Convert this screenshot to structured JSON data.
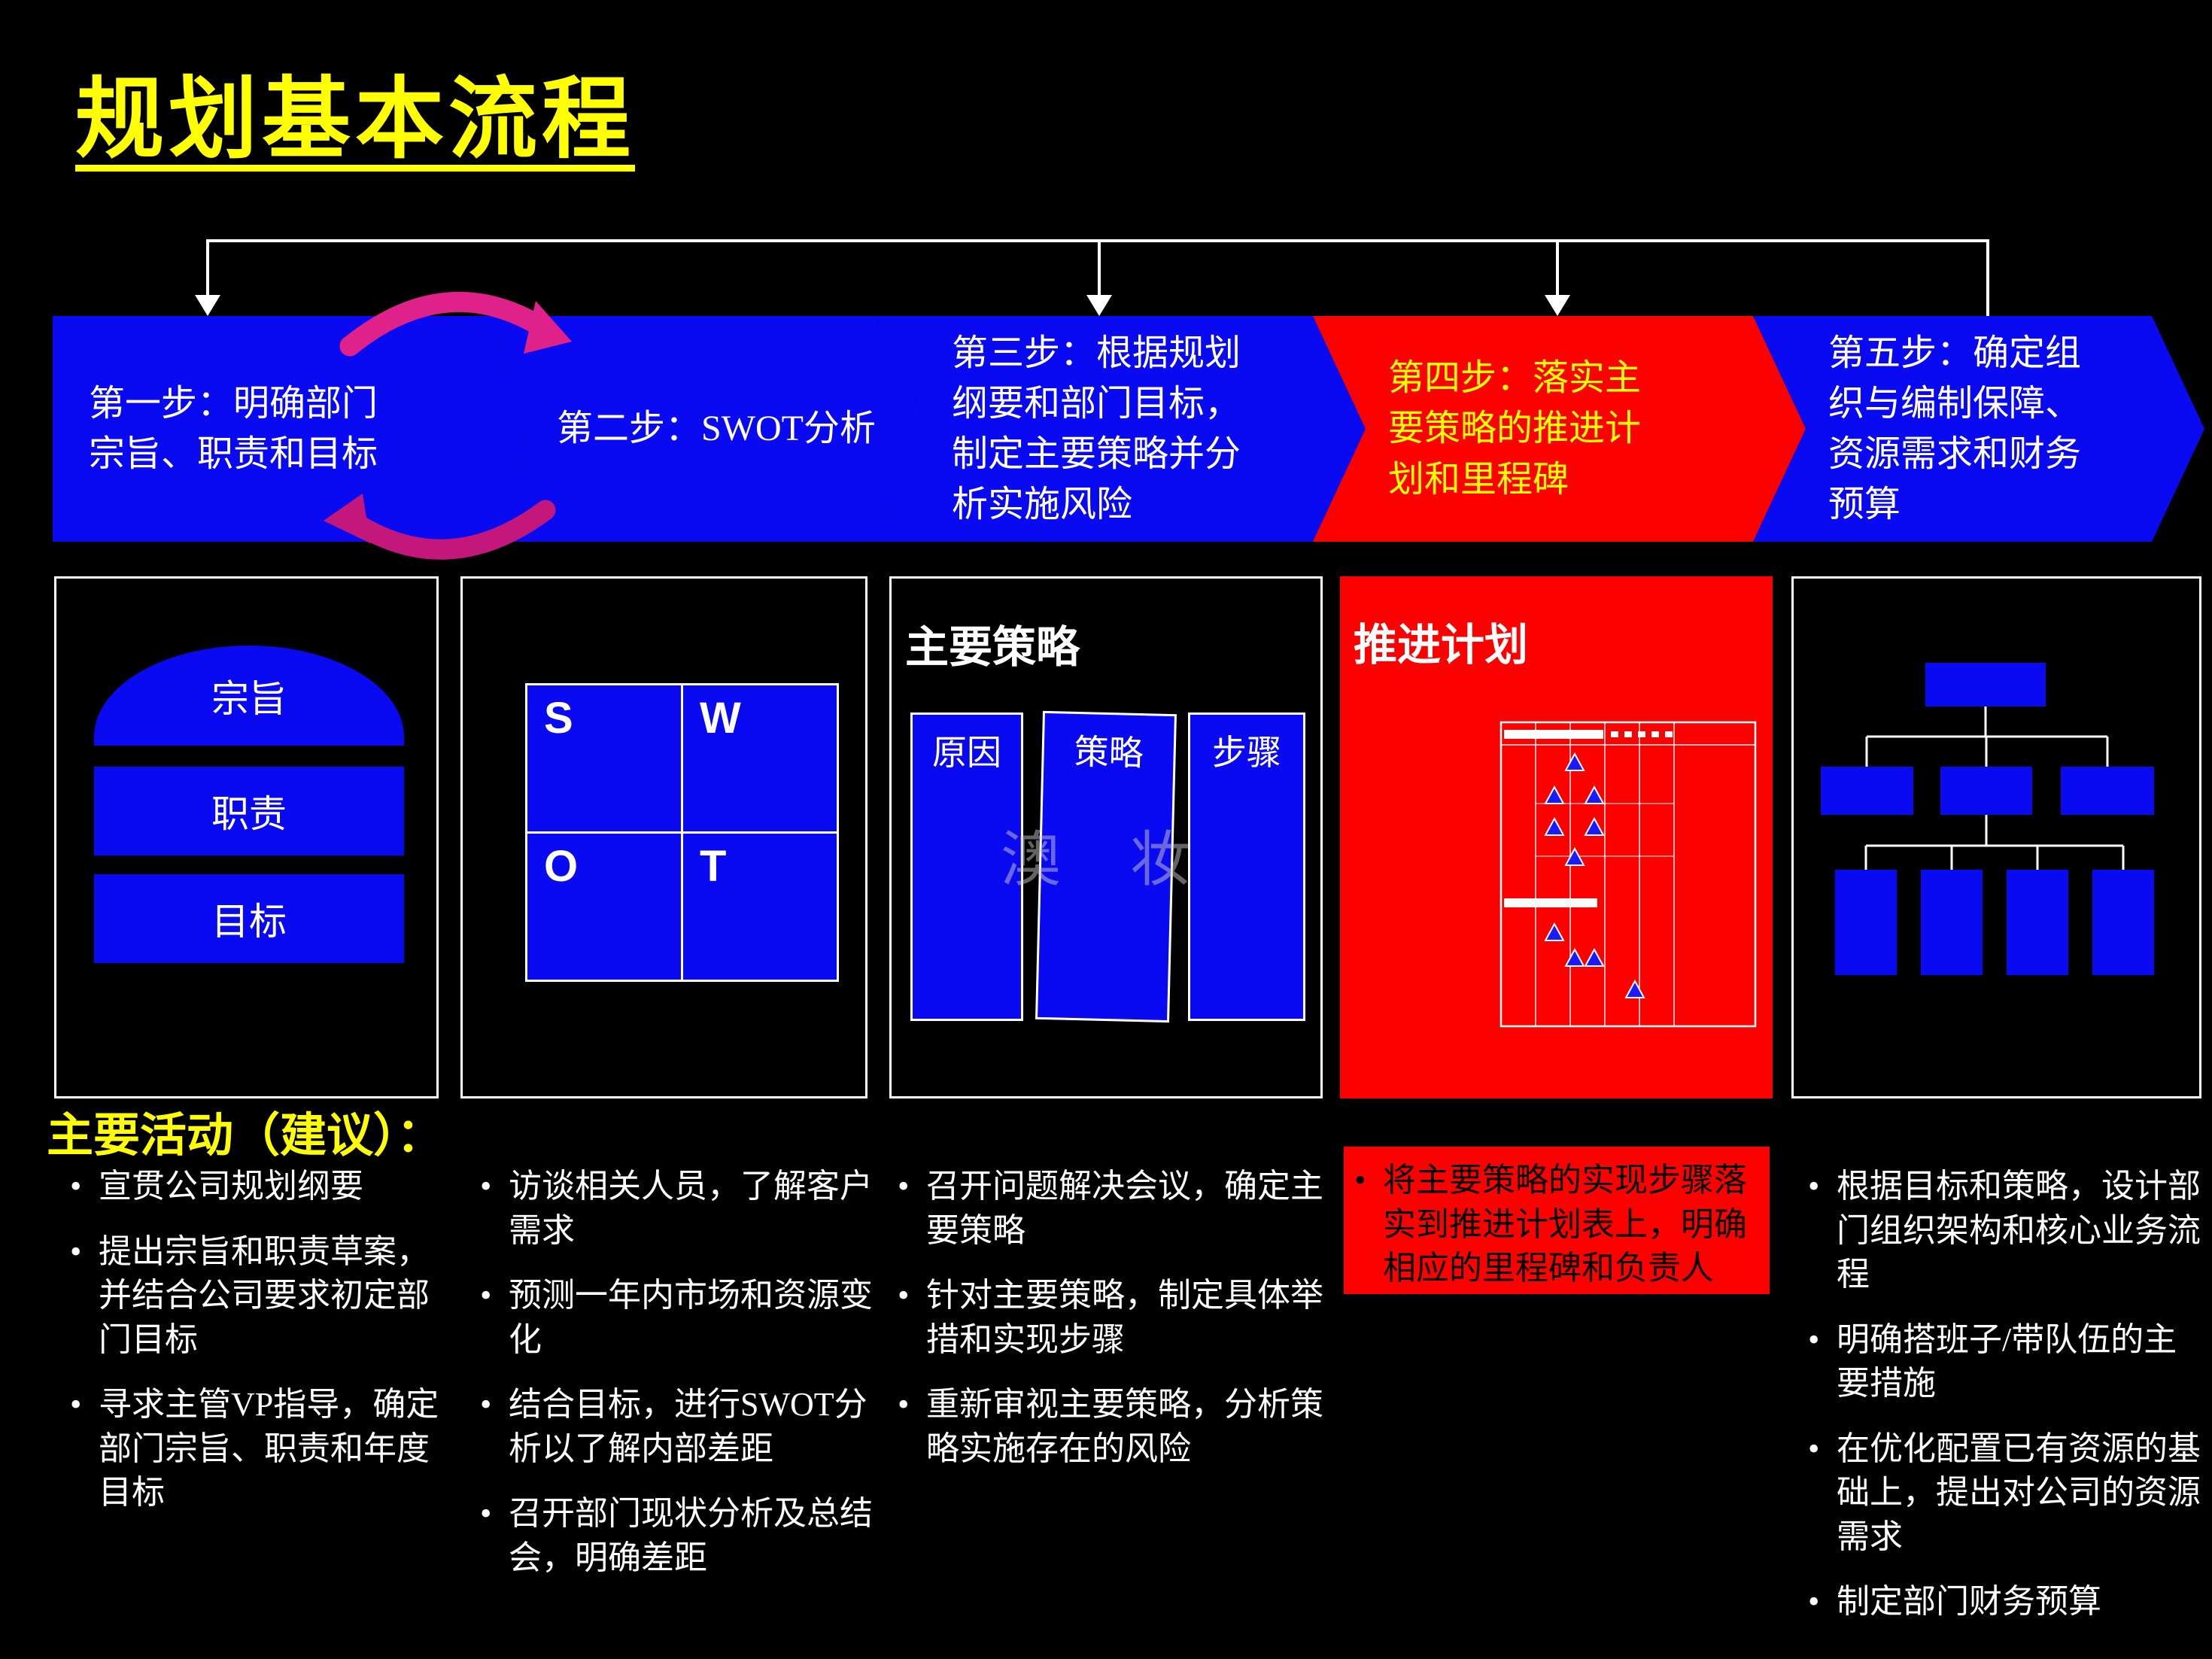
{
  "title": "规划基本流程",
  "colors": {
    "blue": "#0a0af2",
    "red": "#fb0200",
    "yellow": "#ffff00",
    "magenta": "#e0218a",
    "magenta_dark": "#c4177c"
  },
  "process_steps": [
    {
      "label": "第一步：明确部门\n宗旨、职责和目标"
    },
    {
      "label": "第二步：SWOT分析"
    },
    {
      "label": "第三步：根据规划\n纲要和部门目标，\n制定主要策略并分\n析实施风险"
    },
    {
      "label": "第四步：落实主\n要策略的推进计\n划和里程碑"
    },
    {
      "label": "第五步：确定组\n织与编制保障、\n资源需求和财务\n预算"
    }
  ],
  "panels": {
    "mission": {
      "items": [
        "宗旨",
        "职责",
        "目标"
      ]
    },
    "swot": {
      "quadrants": [
        "S",
        "W",
        "O",
        "T"
      ]
    },
    "strategy": {
      "title": "主要策略",
      "columns": [
        "原因",
        "策略",
        "步骤"
      ]
    },
    "plan": {
      "title": "推进计划"
    }
  },
  "watermark": "澳 妆",
  "activities": {
    "heading": "主要活动（建议）：",
    "columns": [
      {
        "bullets": [
          "宣贯公司规划纲要",
          "提出宗旨和职责草案，并结合公司要求初定部门目标",
          "寻求主管VP指导，确定部门宗旨、职责和年度目标"
        ]
      },
      {
        "bullets": [
          "访谈相关人员，了解客户需求",
          "预测一年内市场和资源变化",
          "结合目标，进行SWOT分析以了解内部差距",
          "召开部门现状分析及总结会，明确差距"
        ]
      },
      {
        "bullets": [
          "召开问题解决会议，确定主要策略",
          "针对主要策略，制定具体举措和实现步骤",
          "重新审视主要策略，分析策略实施存在的风险"
        ]
      },
      {
        "bullets": [
          "将主要策略的实现步骤落实到推进计划表上，明确相应的里程碑和负责人"
        ]
      },
      {
        "bullets": [
          "根据目标和策略，设计部门组织架构和核心业务流程",
          "明确搭班子/带队伍的主要措施",
          "在优化配置已有资源的基础上，提出对公司的资源需求",
          "制定部门财务预算"
        ]
      }
    ]
  }
}
